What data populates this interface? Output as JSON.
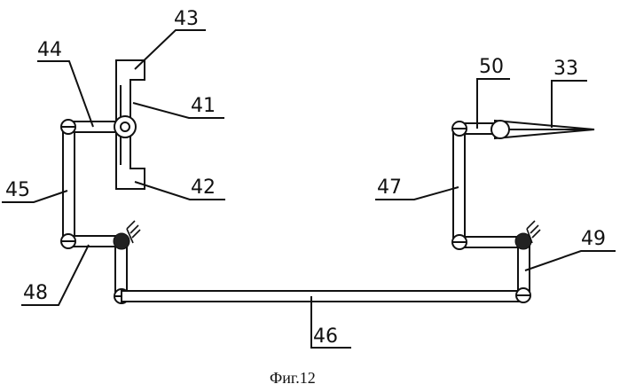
{
  "labels": {
    "l43": "43",
    "l44": "44",
    "l41": "41",
    "l45": "45",
    "l42": "42",
    "l48": "48",
    "l50": "50",
    "l33": "33",
    "l47": "47",
    "l49": "49",
    "l46": "46"
  },
  "caption": "Фиг.12",
  "colors": {
    "ink": "#111111",
    "background": "#ffffff"
  }
}
